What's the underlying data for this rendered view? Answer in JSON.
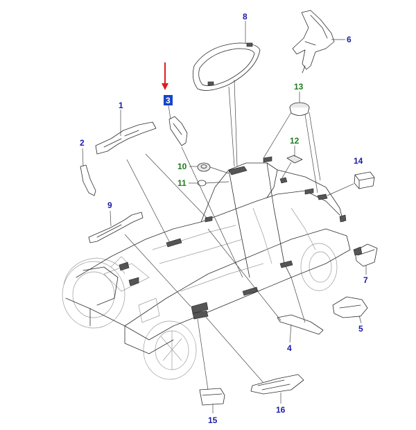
{
  "colors": {
    "label_blue": "#1a1aa8",
    "label_green": "#1f7a1f",
    "highlight_box": "#1744c8",
    "pointer_arrow": "#e01b1b"
  },
  "callouts": [
    {
      "id": "1",
      "text": "1",
      "color": "blue"
    },
    {
      "id": "2",
      "text": "2",
      "color": "blue"
    },
    {
      "id": "3",
      "text": "3",
      "color": "highlight"
    },
    {
      "id": "4",
      "text": "4",
      "color": "blue"
    },
    {
      "id": "5",
      "text": "5",
      "color": "blue"
    },
    {
      "id": "6",
      "text": "6",
      "color": "blue"
    },
    {
      "id": "7",
      "text": "7",
      "color": "blue"
    },
    {
      "id": "8",
      "text": "8",
      "color": "blue"
    },
    {
      "id": "9",
      "text": "9",
      "color": "blue"
    },
    {
      "id": "10",
      "text": "10",
      "color": "green"
    },
    {
      "id": "11",
      "text": "11",
      "color": "green"
    },
    {
      "id": "12",
      "text": "12",
      "color": "green"
    },
    {
      "id": "13",
      "text": "13",
      "color": "green"
    },
    {
      "id": "14",
      "text": "14",
      "color": "blue"
    },
    {
      "id": "15",
      "text": "15",
      "color": "blue"
    },
    {
      "id": "16",
      "text": "16",
      "color": "blue"
    }
  ],
  "selected_part": "3"
}
